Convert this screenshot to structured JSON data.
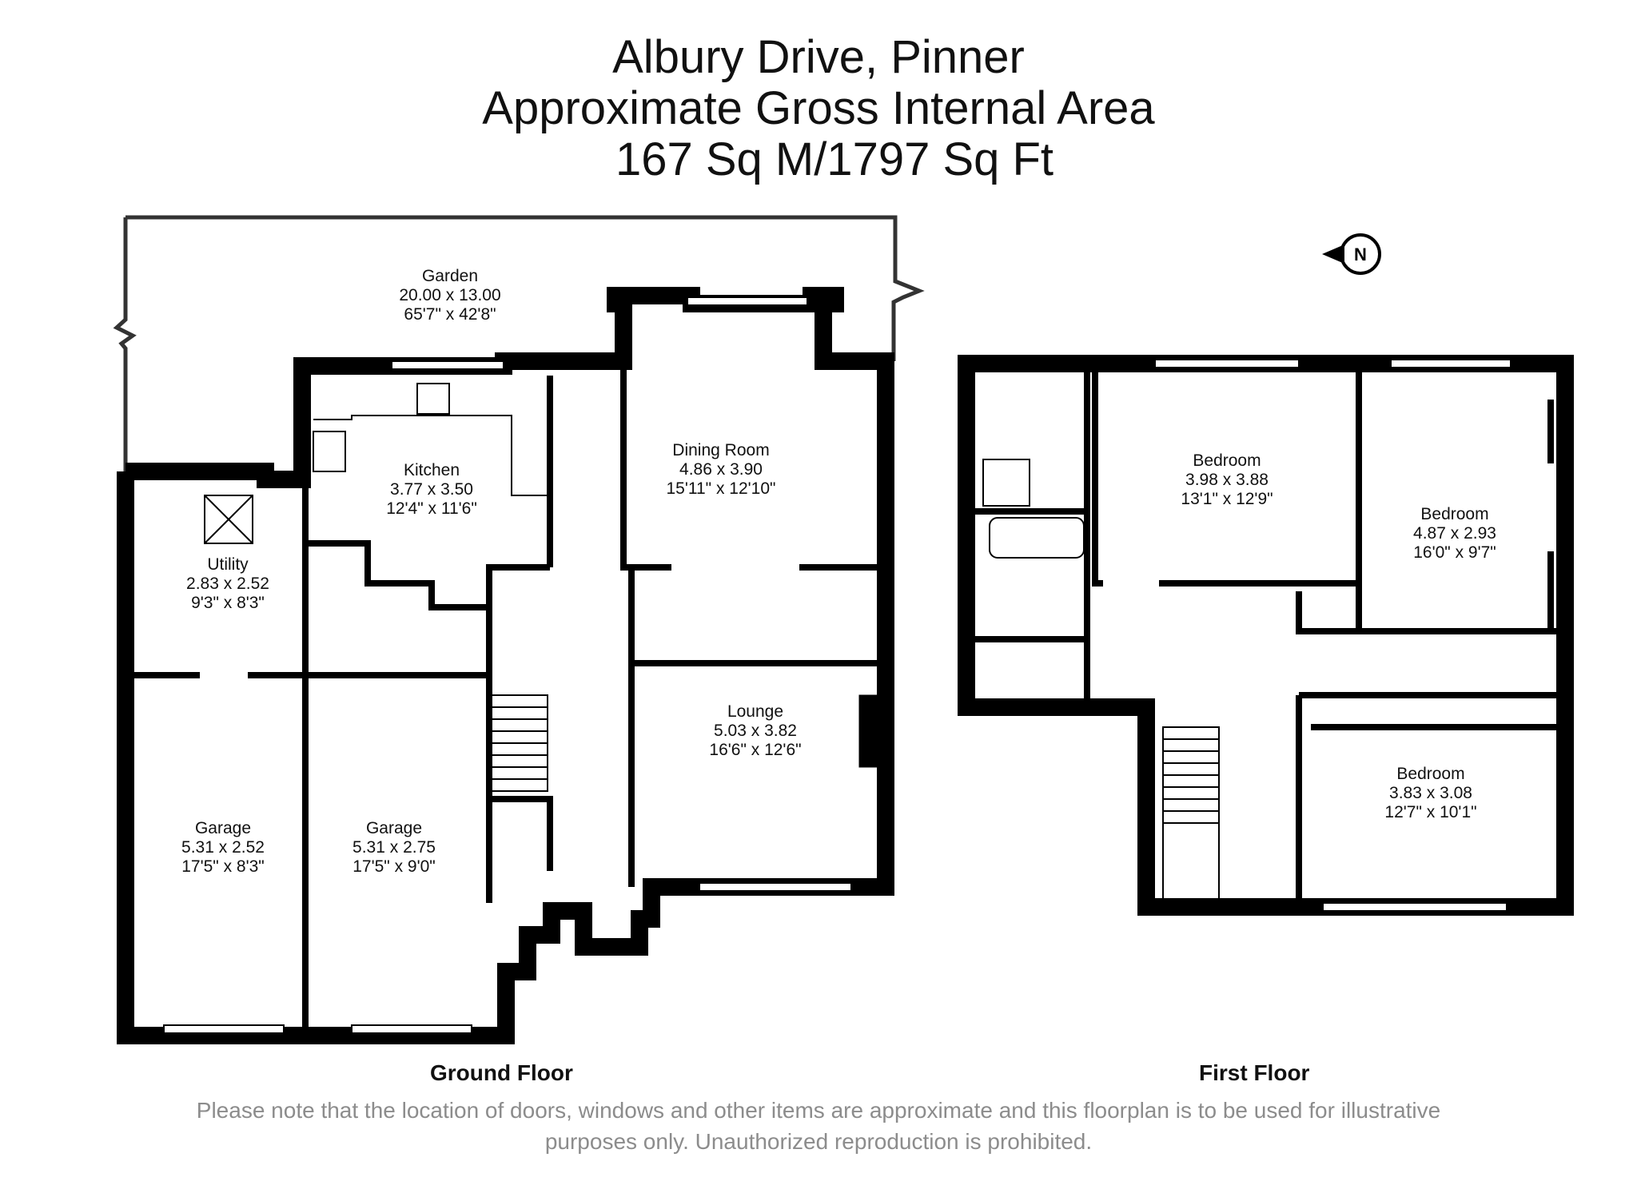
{
  "header": {
    "line1": "Albury Drive, Pinner",
    "line2": "Approximate Gross Internal Area",
    "line3": "167 Sq M/1797 Sq Ft"
  },
  "compass": {
    "letter": "N",
    "icon": "north-arrow-icon"
  },
  "ground_floor": {
    "label": "Ground Floor",
    "rooms": [
      {
        "id": "garden",
        "name": "Garden",
        "metric": "20.00 x 13.00",
        "imperial": "65'7\" x 42'8\""
      },
      {
        "id": "kitchen",
        "name": "Kitchen",
        "metric": "3.77 x 3.50",
        "imperial": "12'4\" x 11'6\""
      },
      {
        "id": "dining",
        "name": "Dining Room",
        "metric": "4.86 x 3.90",
        "imperial": "15'11\" x 12'10\""
      },
      {
        "id": "utility",
        "name": "Utility",
        "metric": "2.83 x 2.52",
        "imperial": "9'3\" x 8'3\""
      },
      {
        "id": "lounge",
        "name": "Lounge",
        "metric": "5.03 x 3.82",
        "imperial": "16'6\" x 12'6\""
      },
      {
        "id": "garage1",
        "name": "Garage",
        "metric": "5.31 x 2.52",
        "imperial": "17'5\" x 8'3\""
      },
      {
        "id": "garage2",
        "name": "Garage",
        "metric": "5.31 x 2.75",
        "imperial": "17'5\" x 9'0\""
      }
    ]
  },
  "first_floor": {
    "label": "First Floor",
    "rooms": [
      {
        "id": "bed1",
        "name": "Bedroom",
        "metric": "3.98 x 3.88",
        "imperial": "13'1\" x 12'9\""
      },
      {
        "id": "bed2",
        "name": "Bedroom",
        "metric": "4.87 x 2.93",
        "imperial": "16'0\" x 9'7\""
      },
      {
        "id": "bed3",
        "name": "Bedroom",
        "metric": "3.83 x 3.08",
        "imperial": "12'7\" x 10'1\""
      }
    ]
  },
  "disclaimer": {
    "line1": "Please note that the location of doors, windows and other items are approximate and this floorplan is to be used for illustrative",
    "line2": "purposes only. Unauthorized reproduction is prohibited."
  },
  "colors": {
    "wall": "#000000",
    "background": "#ffffff",
    "disclaimer_text": "#8c8c8c"
  }
}
